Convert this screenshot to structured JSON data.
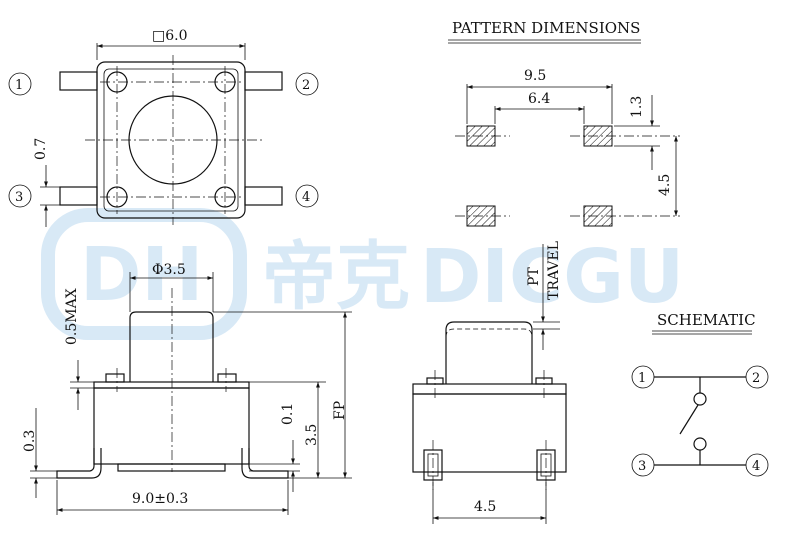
{
  "watermark": {
    "logo_text": "DH",
    "cn_text": "帝克",
    "en_text": "DICGU"
  },
  "top_view": {
    "dim_width": "□6.0",
    "dim_pin": "0.7",
    "pins": [
      "1",
      "2",
      "3",
      "4"
    ]
  },
  "pattern": {
    "title": "PATTERN DIMENSIONS",
    "dim_outer": "9.5",
    "dim_inner": "6.4",
    "dim_pad": "1.3",
    "dim_vertical": "4.5"
  },
  "side_view": {
    "dim_dia": "Φ3.5",
    "dim_max": "0.5MAX",
    "dim_01": "0.1",
    "dim_35": "3.5",
    "dim_fp": "FP",
    "dim_03": "0.3",
    "dim_length": "9.0±0.3"
  },
  "front_view": {
    "dim_pt": "PT",
    "dim_travel": "TRAVEL",
    "dim_bottom": "4.5"
  },
  "schematic": {
    "title": "SCHEMATIC",
    "pins": [
      "1",
      "2",
      "3",
      "4"
    ]
  }
}
